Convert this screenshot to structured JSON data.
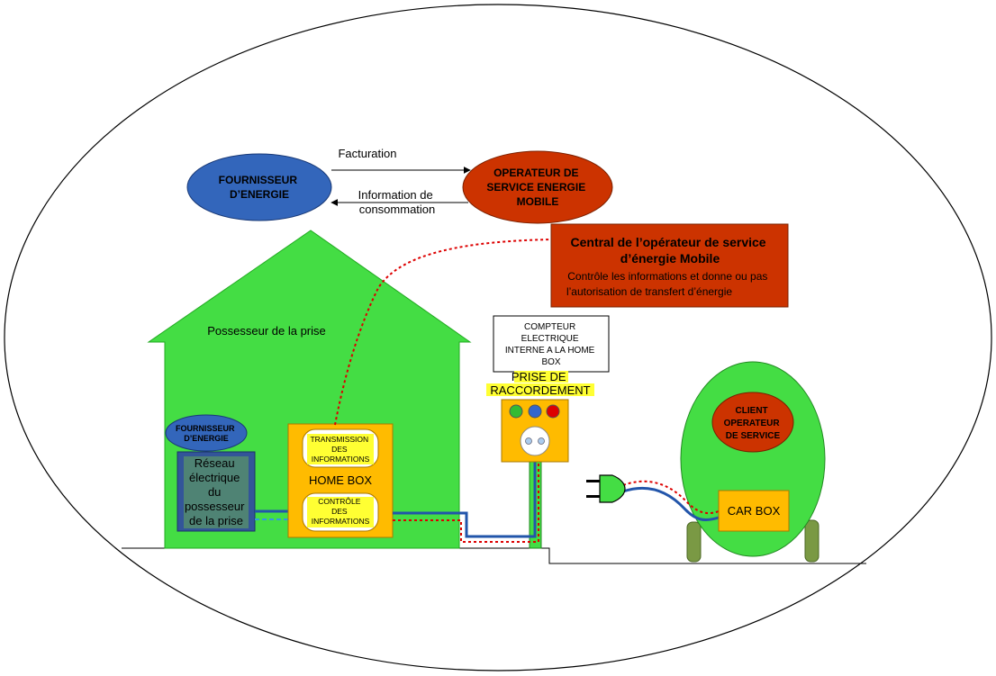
{
  "colors": {
    "house_green": "#44dd44",
    "supplier_blue": "#3366bb",
    "operator_red": "#cc3300",
    "homebox_orange": "#ffbb00",
    "highlight_yellow": "#ffff33",
    "grid_blue": "#335599",
    "cable_blue": "#2255aa",
    "info_red": "#dd0000",
    "wheel_olive": "#7a9944"
  },
  "top": {
    "supplier": [
      "FOURNISSEUR",
      "D’ENERGIE"
    ],
    "operator": [
      "OPERATEUR DE",
      "SERVICE ENERGIE",
      "MOBILE"
    ],
    "billing": "Facturation",
    "consumption": [
      "Information de",
      "consommation"
    ]
  },
  "central": {
    "title": [
      "Central de l’opérateur de service",
      "d’énergie Mobile"
    ],
    "body": [
      "Contrôle les informations et donne ou pas",
      "l’autorisation de transfert d’énergie"
    ]
  },
  "house": {
    "owner_label": "Possesseur de la prise",
    "local_supplier": [
      "FOURNISSEUR",
      "D’ENERGIE"
    ],
    "network": [
      "Réseau",
      "électrique",
      "du",
      "possesseur",
      "de la prise"
    ]
  },
  "homebox": {
    "label": "HOME BOX",
    "transmission": [
      "TRANSMISSION",
      "DES",
      "INFORMATIONS"
    ],
    "control": [
      "CONTRÔLE",
      "DES",
      "INFORMATIONS"
    ]
  },
  "meter": {
    "label": [
      "COMPTEUR",
      "ELECTRIQUE",
      "INTERNE A LA HOME",
      "BOX"
    ]
  },
  "socket": {
    "label": [
      "PRISE DE",
      "RACCORDEMENT"
    ]
  },
  "car": {
    "client": [
      "CLIENT",
      "OPERATEUR",
      "DE SERVICE"
    ],
    "carbox": "CAR BOX"
  }
}
